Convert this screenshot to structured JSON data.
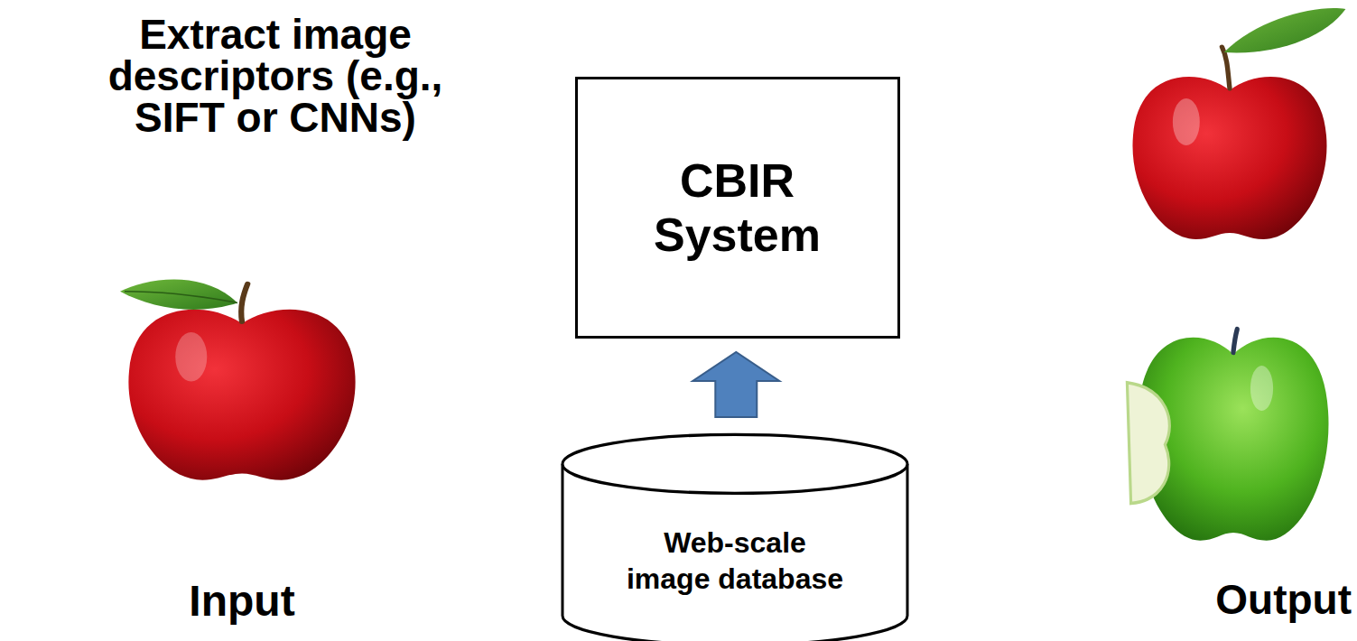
{
  "diagram": {
    "nodes": [
      {
        "text": [
          "CBIR System"
        ]
      },
      {
        "text": [
          "Web-scale image database"
        ]
      }
    ],
    "edges": [
      {
        "from": 1,
        "to": 0,
        "arrow": "to"
      }
    ],
    "labels": [
      "Extract image descriptors (e.g., SIFT or CNNs)",
      "Input",
      "Output"
    ]
  }
}
